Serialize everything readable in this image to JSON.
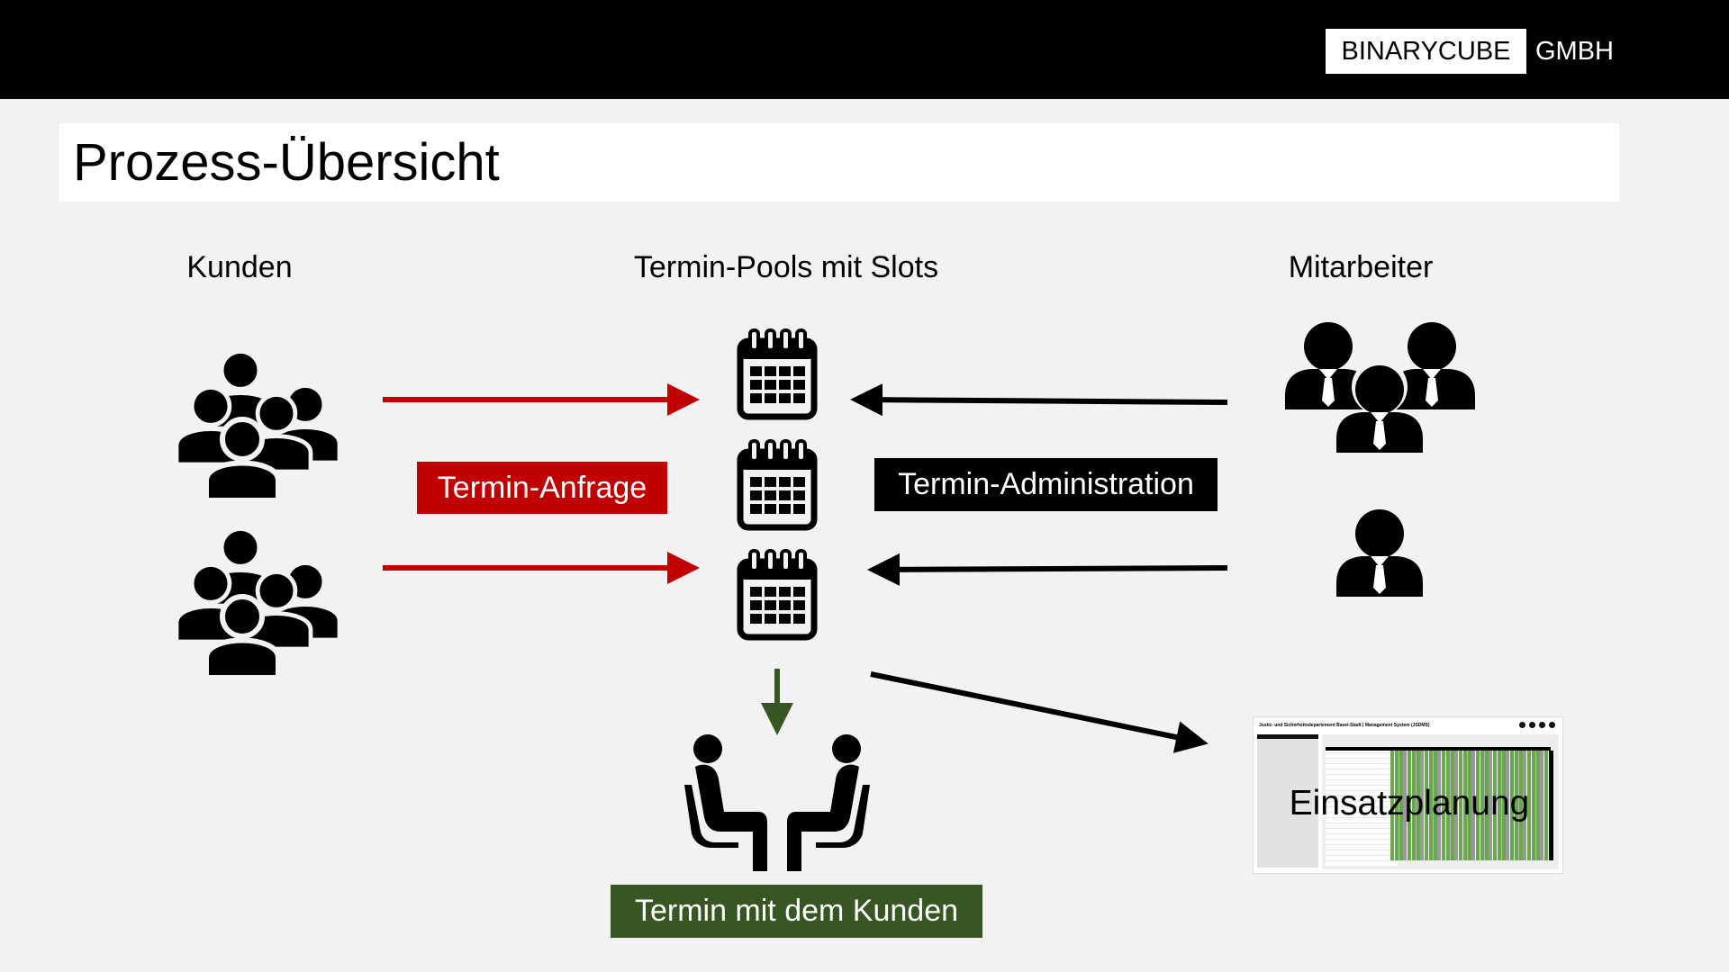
{
  "header": {
    "logo_main": "BINARYCUBE",
    "logo_suffix": "GMBH"
  },
  "title": "Prozess-Übersicht",
  "columns": {
    "customers": "Kunden",
    "pools": "Termin-Pools mit Slots",
    "employees": "Mitarbeiter"
  },
  "labels": {
    "request": "Termin-Anfrage",
    "administration": "Termin-Administration",
    "meeting": "Termin mit dem Kunden",
    "planning": "Einsatzplanung"
  },
  "thumbnail": {
    "header": "Justiz- und Sicherheitsdepartement Basel-Stadt | Management System (JSDMS)"
  },
  "colors": {
    "request": "#c00000",
    "administration": "#000000",
    "meeting": "#375623",
    "background": "#f2f2f2"
  },
  "icons": [
    "customers-group-icon",
    "calendar-icon",
    "employees-group-icon",
    "employee-icon",
    "meeting-icon",
    "arrow-icon"
  ]
}
